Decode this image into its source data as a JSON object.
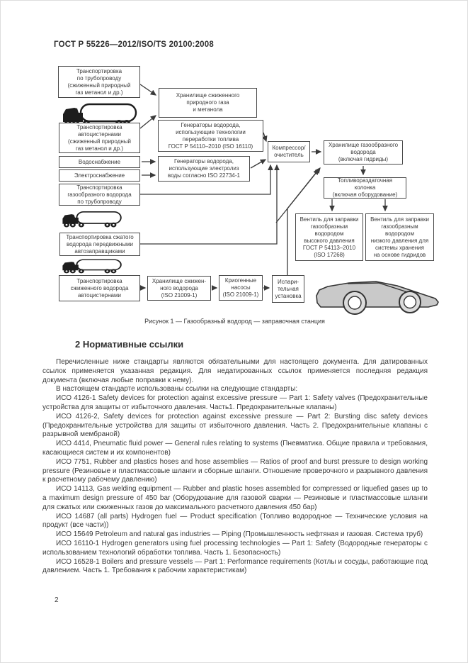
{
  "page": {
    "header": "ГОСТ Р 55226—2012/ISO/TS 20100:2008",
    "page_number": "2"
  },
  "colors": {
    "box_border": "#4a4a4a",
    "text": "#3a3a3a",
    "car_fill": "#c9c9c9"
  },
  "icons": {
    "tanker_truck": "tanker-truck-icon",
    "car": "sports-car-icon"
  },
  "figure": {
    "caption": "Рисунок 1 — Газообразный водород — заправочная станция",
    "boxes": {
      "pipeline_lng": "Транспортировка\nпо трубопроводу\n(сжиженный природный\nгаз метанол и др.)",
      "truck_lng": "Транспортировка\nавтоцистернами\n(сжиженный природный\nгаз метанол и др.)",
      "water_supply": "Водоснабжение",
      "power_supply": "Электроснабжение",
      "pipeline_gas": "Транспортировка\nгазообразного водорода\nпо трубопроводу",
      "mobile_refueler": "Транспортировка сжатого\nводорода передвижными\nавтозаправщиками",
      "liquid_truck": "Транспортировка\nсжиженного водорода\nавтоцистернами",
      "lng_methanol_storage": "Хранилище сжиженного\nприродного газа\nи метанола",
      "fuel_processing_generators": "Генераторы водорода,\nиспользующие технологии\nпереработки топлива\nГОСТ Р 54110–2010 (ISO 16110)",
      "electrolysis_generators": "Генераторы водорода,\nиспользующие электролиз\nводы согласно ISO 22734-1",
      "compressor": "Компрессор/\nочиститель",
      "gas_storage": "Хранилище газообразного\nводорода\n(включая гидриды)",
      "dispenser": "Топливораздаточная\nколонка\n(включая оборудование)",
      "hp_valve": "Вентиль для заправки\nгазообразным\nводородом\nвысокого давления\nГОСТ Р 54113–2010\n(ISO 17268)",
      "lp_valve": "Вентиль для заправки\nгазообразным\nводородом\nнизкого давления для\nсистемы хранения\nна основе гидридов",
      "liquid_storage": "Хранилище сжижен-\nного водорода\n(ISO 21009-1)",
      "cryo_pumps": "Криогенные\nнасосы\n(ISO 21009-1)",
      "vaporizer": "Испари-\nтельная\nустановка"
    }
  },
  "section": {
    "heading": "2 Нормативные ссылки",
    "paragraphs": [
      "Перечисленные ниже стандарты являются обязательными для настоящего документа. Для датированных ссылок применяется указанная редакция. Для недатированных ссылок применяется последняя редакция документа (включая любые поправки к нему).",
      "В настоящем стандарте использованы ссылки на следующие стандарты:",
      "ИСО 4126-1 Safety devices for protection against excessive pressure — Part 1: Safety valves (Предохранительные устройства для защиты от избыточного давления. Часть1. Предохранительные клапаны)",
      "ИСО 4126-2, Safety devices for protection against excessive pressure — Part 2: Bursting disc safety devices (Предохранительные устройства для защиты от избыточного давления. Часть 2. Предохранительные клапаны с разрывной мембраной)",
      "ИСО 4414, Pneumatic fluid power — General rules relating to systems (Пневматика. Общие правила и требования, касающиеся систем и их компонентов)",
      "ИСО 7751, Rubber and plastics hoses and hose assemblies — Ratios of proof and burst pressure to design working pressure (Резиновые и пластмассовые шланги и сборные шланги. Отношение проверочного и разрывного давления к расчетному рабочему давлению)",
      "ИСО 14113, Gas welding equipment — Rubber and plastic hoses assembled for compressed or liquefied gases up to a maximum design pressure of 450 bar (Оборудование для газовой сварки — Резиновые и пластмассовые шланги для сжатых или сжиженных газов до максимального расчетного давления 450 бар)",
      "ИСО 14687 (all parts) Hydrogen fuel — Product specification (Топливо водородное — Технические условия на продукт (все части))",
      "ИСО 15649 Petroleum and natural gas industries — Piping (Промышленность нефтяная и газовая. Система труб)",
      "ИСО 16110-1 Hydrogen generators using fuel processing technologies — Part 1: Safety (Водородные генераторы с использованием технологий обработки топлива. Часть 1. Безопасность)",
      "ИСО 16528-1 Boilers and pressure vessels — Part 1: Performance requirements (Котлы и сосуды, работающие под давлением. Часть 1. Требования к рабочим характеристикам)"
    ]
  }
}
